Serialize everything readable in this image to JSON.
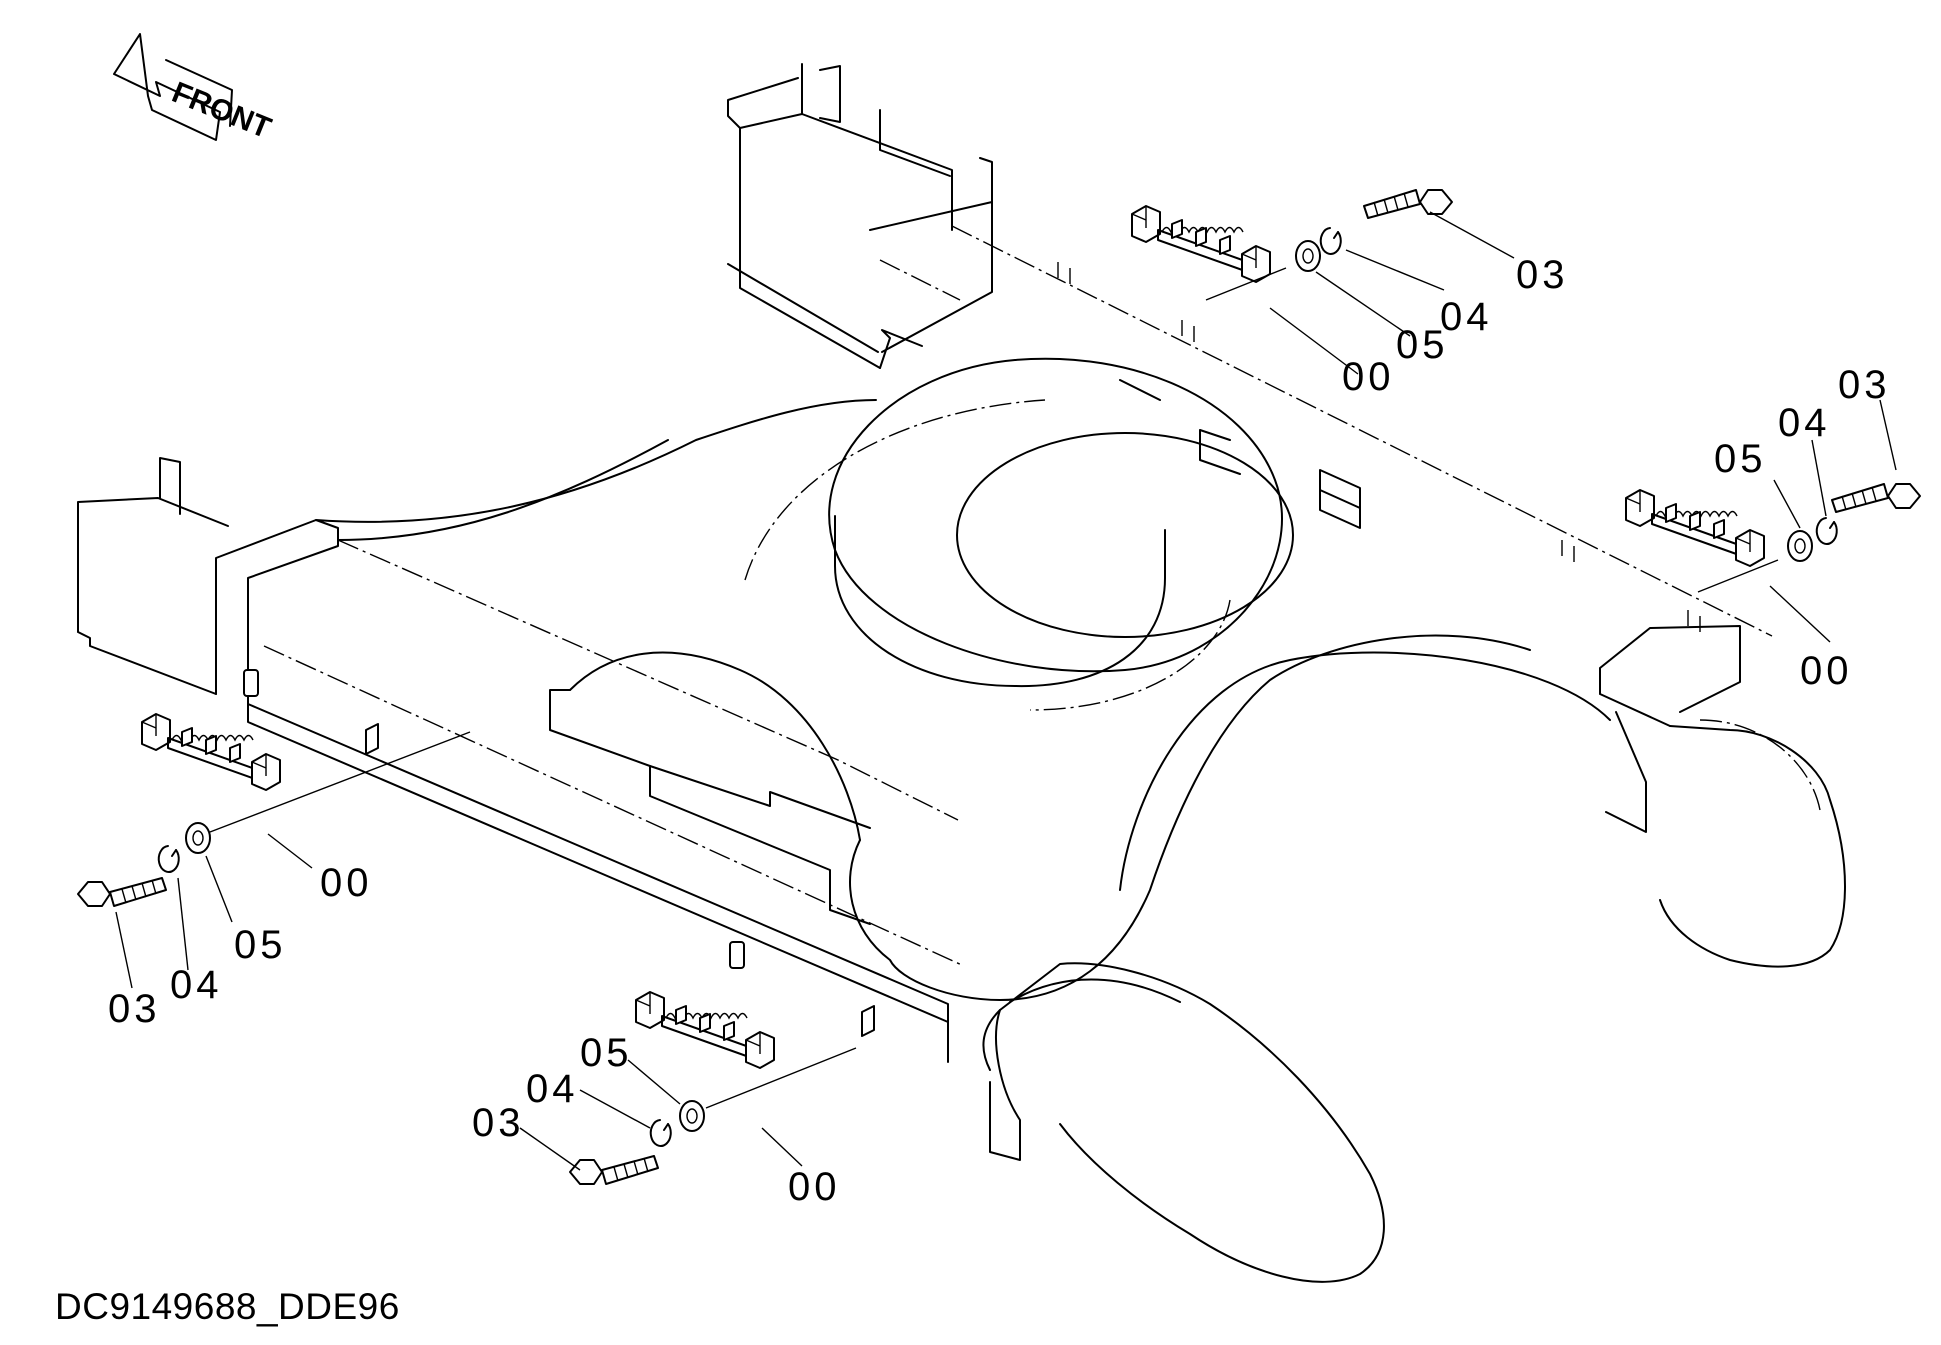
{
  "direction_marker": {
    "label": "FRONT"
  },
  "callouts": {
    "top_right_00": "00",
    "top_right_05": "05",
    "top_right_04": "04",
    "top_right_03": "03",
    "right_00": "00",
    "right_05": "05",
    "right_04": "04",
    "right_03": "03",
    "left_00": "00",
    "left_05": "05",
    "left_04": "04",
    "left_03": "03",
    "bottom_00": "00",
    "bottom_05": "05",
    "bottom_04": "04",
    "bottom_03": "03"
  },
  "drawing_id": "DC9149688_DDE96"
}
